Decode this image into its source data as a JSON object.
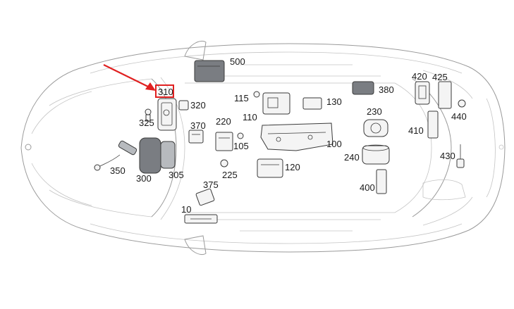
{
  "diagram": {
    "part_labels": [
      "500",
      "420",
      "425",
      "310",
      "115",
      "380",
      "320",
      "130",
      "110",
      "440",
      "230",
      "325",
      "220",
      "370",
      "410",
      "105",
      "100",
      "240",
      "430",
      "350",
      "300",
      "305",
      "120",
      "225",
      "400",
      "375",
      "10"
    ],
    "highlight": {
      "label": "310",
      "highlight_color": "#e02020",
      "arrow_color": "#e02020"
    }
  }
}
